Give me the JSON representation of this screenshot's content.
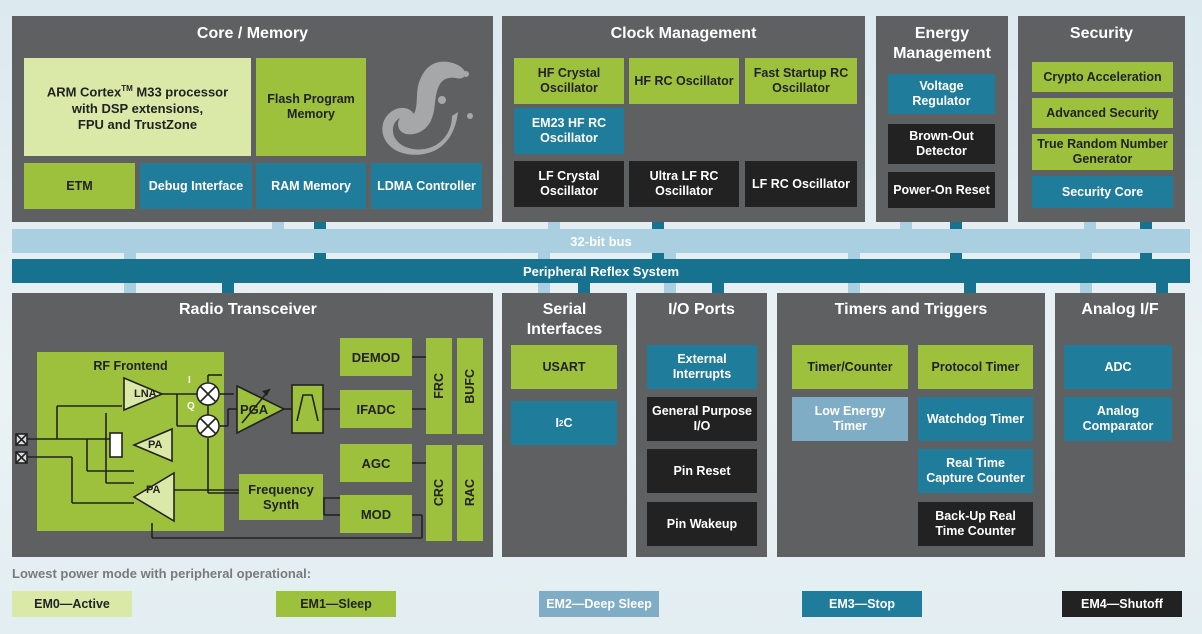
{
  "colors": {
    "light_green": "#dbe9a8",
    "green": "#9dc13c",
    "teal": "#1f7c9a",
    "black": "#222222",
    "light_blue": "#7fadc6",
    "panel": "#5f6062"
  },
  "core": {
    "title": "Core / Memory",
    "arm_line1": "ARM Cortex",
    "arm_tm": "TM",
    "arm_line1b": " M33 processor",
    "arm_line2": "with DSP extensions,",
    "arm_line3": "FPU and TrustZone",
    "flash": "Flash Program Memory",
    "etm": "ETM",
    "debug": "Debug Interface",
    "ram": "RAM Memory",
    "ldma": "LDMA Controller",
    "logo_icon": "gecko-logo-icon"
  },
  "clock": {
    "title": "Clock Management",
    "hfxo": "HF Crystal Oscillator",
    "hfrco": "HF RC Oscillator",
    "fsrco": "Fast Startup RC Oscillator",
    "em23": "EM23 HF RC Oscillator",
    "lfxo": "LF Crystal Oscillator",
    "ulfrco": "Ultra LF RC Oscillator",
    "lfrco": "LF RC Oscillator"
  },
  "energy": {
    "title_line1": "Energy",
    "title_line2": "Management",
    "vreg": "Voltage Regulator",
    "bod": "Brown-Out Detector",
    "por": "Power-On Reset"
  },
  "security": {
    "title": "Security",
    "crypto": "Crypto Acceleration",
    "adv": "Advanced Security",
    "trng": "True Random Number Generator",
    "core": "Security Core"
  },
  "bus": {
    "bus32": "32-bit bus",
    "prs": "Peripheral Reflex System"
  },
  "radio": {
    "title": "Radio Transceiver",
    "rf_frontend": "RF Frontend",
    "lna": "LNA",
    "pa1": "PA",
    "pa2": "PA",
    "i_label": "I",
    "q_label": "Q",
    "pga": "PGA",
    "demod": "DEMOD",
    "ifadc": "IFADC",
    "agc": "AGC",
    "mod": "MOD",
    "freq_synth": "Frequency Synth",
    "frc": "FRC",
    "bufc": "BUFC",
    "crc": "CRC",
    "rac": "RAC"
  },
  "serial": {
    "title_line1": "Serial",
    "title_line2": "Interfaces",
    "usart": "USART",
    "i2c_main": "I",
    "i2c_sup": "2",
    "i2c_end": "C"
  },
  "io": {
    "title": "I/O Ports",
    "ext": "External Interrupts",
    "gpio": "General Purpose I/O",
    "pinreset": "Pin Reset",
    "pinwakeup": "Pin Wakeup"
  },
  "timers": {
    "title": "Timers and Triggers",
    "tc": "Timer/Counter",
    "protocol": "Protocol Timer",
    "letimer": "Low Energy Timer",
    "wdog": "Watchdog Timer",
    "rtc": "Real Time Capture Counter",
    "burtc": "Back-Up Real Time Counter"
  },
  "analog": {
    "title": "Analog I/F",
    "adc": "ADC",
    "acmp": "Analog Comparator"
  },
  "legend": {
    "title": "Lowest power mode with peripheral operational:",
    "em0": "EM0—Active",
    "em1": "EM1—Sleep",
    "em2": "EM2—Deep Sleep",
    "em3": "EM3—Stop",
    "em4": "EM4—Shutoff"
  }
}
